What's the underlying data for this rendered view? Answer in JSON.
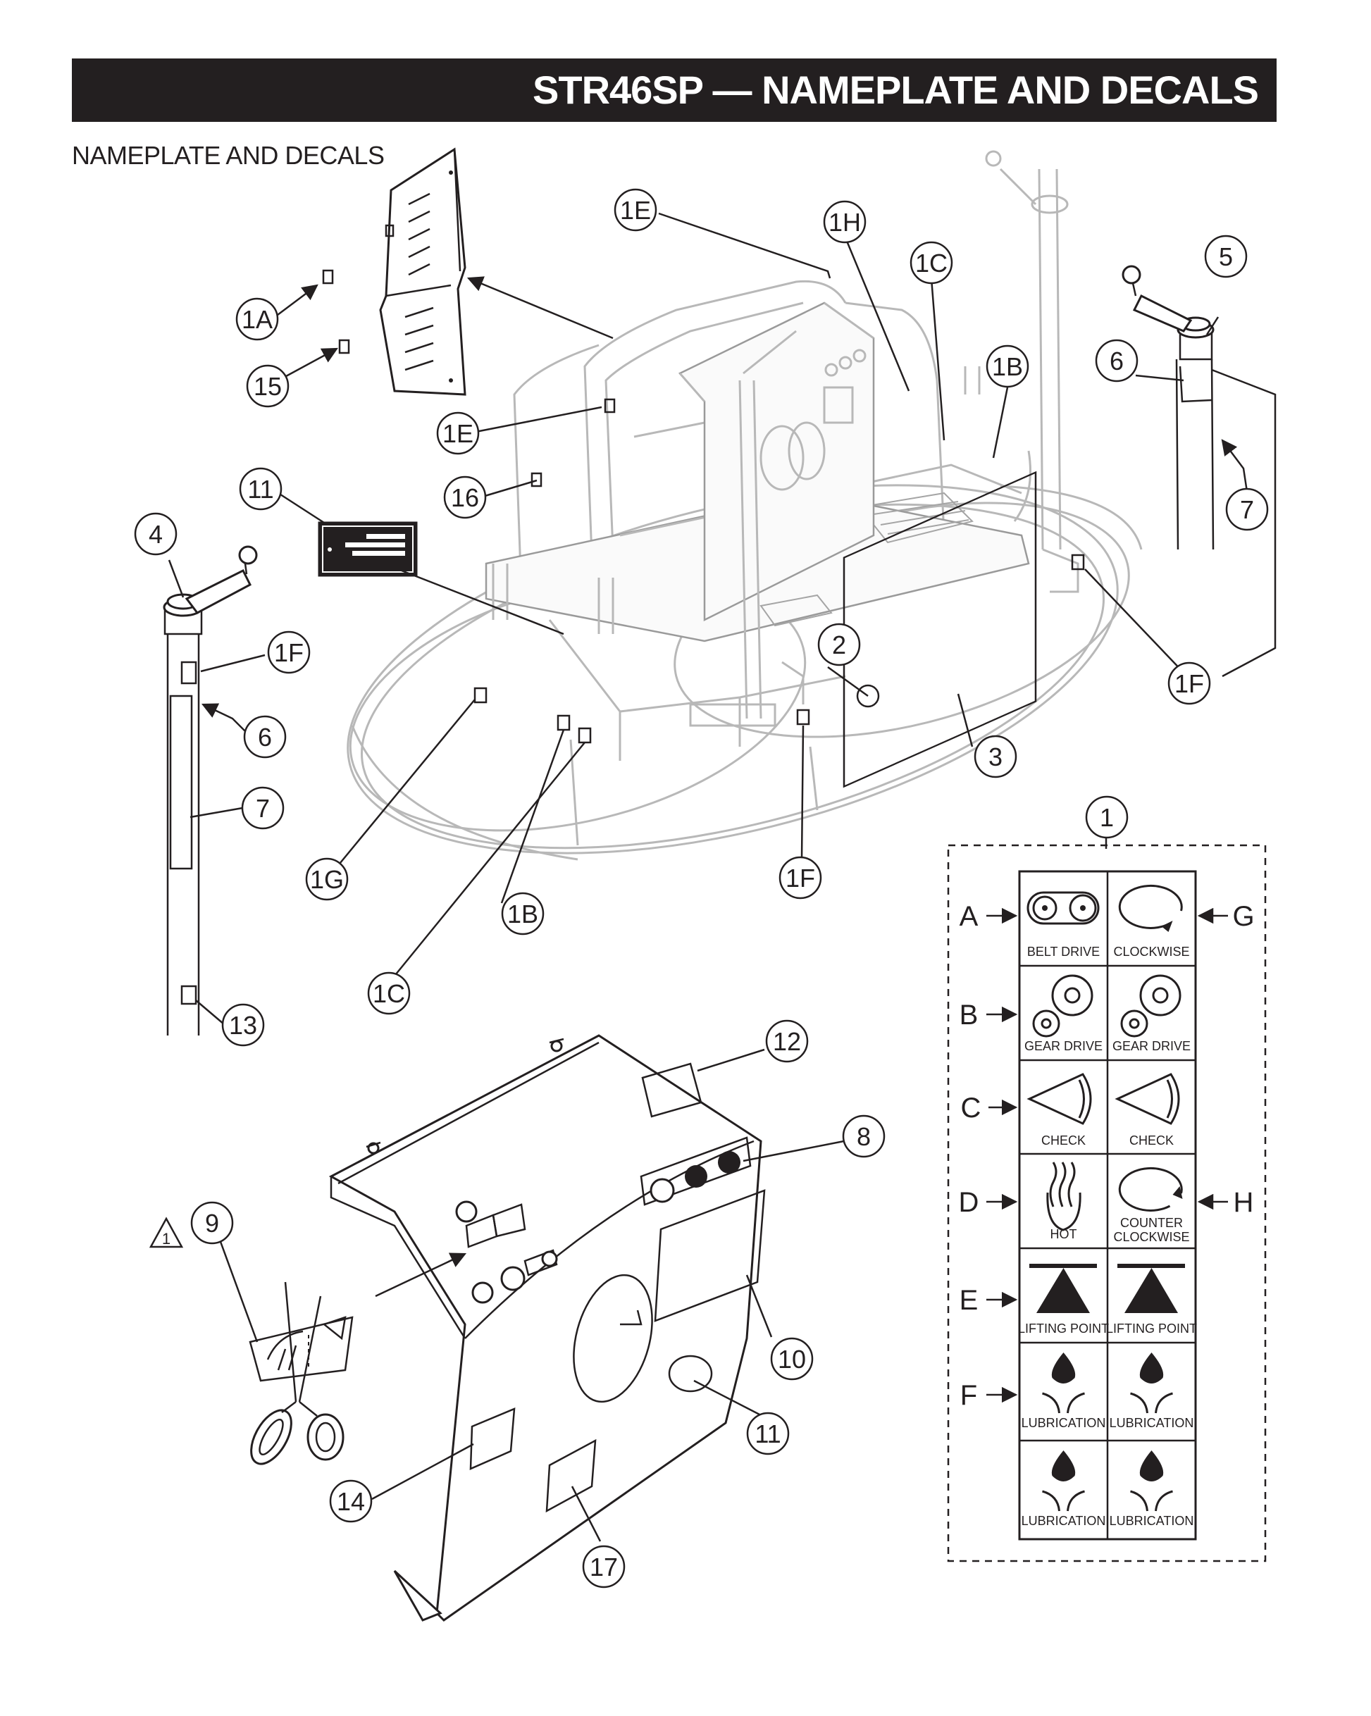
{
  "header": {
    "title": "STR46SP — NAMEPLATE AND DECALS"
  },
  "section_label": "NAMEPLATE AND DECALS",
  "callouts": [
    {
      "id": "c-1A",
      "label": "1A"
    },
    {
      "id": "c-15",
      "label": "15"
    },
    {
      "id": "c-1E-top",
      "label": "1E"
    },
    {
      "id": "c-1H",
      "label": "1H"
    },
    {
      "id": "c-1C-top",
      "label": "1C"
    },
    {
      "id": "c-1B-top",
      "label": "1B"
    },
    {
      "id": "c-5",
      "label": "5"
    },
    {
      "id": "c-6-right",
      "label": "6"
    },
    {
      "id": "c-7-right",
      "label": "7"
    },
    {
      "id": "c-1F-right",
      "label": "1F"
    },
    {
      "id": "c-1E-mid",
      "label": "1E"
    },
    {
      "id": "c-16",
      "label": "16"
    },
    {
      "id": "c-11-top",
      "label": "11"
    },
    {
      "id": "c-4",
      "label": "4"
    },
    {
      "id": "c-1F-left",
      "label": "1F"
    },
    {
      "id": "c-6-left",
      "label": "6"
    },
    {
      "id": "c-7-left",
      "label": "7"
    },
    {
      "id": "c-13",
      "label": "13"
    },
    {
      "id": "c-2",
      "label": "2"
    },
    {
      "id": "c-3",
      "label": "3"
    },
    {
      "id": "c-1G",
      "label": "1G"
    },
    {
      "id": "c-1B-bottom",
      "label": "1B"
    },
    {
      "id": "c-1C-bottom",
      "label": "1C"
    },
    {
      "id": "c-1F-bottom",
      "label": "1F"
    },
    {
      "id": "c-1",
      "label": "1"
    },
    {
      "id": "c-12",
      "label": "12"
    },
    {
      "id": "c-8",
      "label": "8"
    },
    {
      "id": "c-9",
      "label": "9"
    },
    {
      "id": "c-10",
      "label": "10"
    },
    {
      "id": "c-11-bottom",
      "label": "11"
    },
    {
      "id": "c-14",
      "label": "14"
    },
    {
      "id": "c-17",
      "label": "17"
    }
  ],
  "warning_triangle": {
    "label": "1"
  },
  "decal_sheet": {
    "letters": [
      "A",
      "B",
      "C",
      "D",
      "E",
      "F",
      "G",
      "H"
    ],
    "cells": [
      {
        "id": "A",
        "caption": "BELT DRIVE",
        "icon": "belt-drive-icon"
      },
      {
        "id": "G",
        "caption": "CLOCKWISE",
        "icon": "clockwise-arrow-icon"
      },
      {
        "id": "B1",
        "caption": "GEAR DRIVE",
        "icon": "gear-drive-icon"
      },
      {
        "id": "B2",
        "caption": "GEAR DRIVE",
        "icon": "gear-drive-icon"
      },
      {
        "id": "C1",
        "caption": "CHECK",
        "icon": "check-eye-icon"
      },
      {
        "id": "C2",
        "caption": "CHECK",
        "icon": "check-eye-icon"
      },
      {
        "id": "D",
        "caption": "HOT",
        "icon": "hot-surface-icon"
      },
      {
        "id": "H",
        "caption_line1": "COUNTER",
        "caption_line2": "CLOCKWISE",
        "icon": "counterclockwise-arrow-icon"
      },
      {
        "id": "E1",
        "caption": "LIFTING POINT",
        "icon": "lifting-point-icon"
      },
      {
        "id": "E2",
        "caption": "LIFTING POINT",
        "icon": "lifting-point-icon"
      },
      {
        "id": "F1",
        "caption": "LUBRICATION",
        "icon": "lubrication-icon"
      },
      {
        "id": "F2",
        "caption": "LUBRICATION",
        "icon": "lubrication-icon"
      },
      {
        "id": "F3",
        "caption": "LUBRICATION",
        "icon": "lubrication-icon"
      },
      {
        "id": "F4",
        "caption": "LUBRICATION",
        "icon": "lubrication-icon"
      }
    ]
  }
}
